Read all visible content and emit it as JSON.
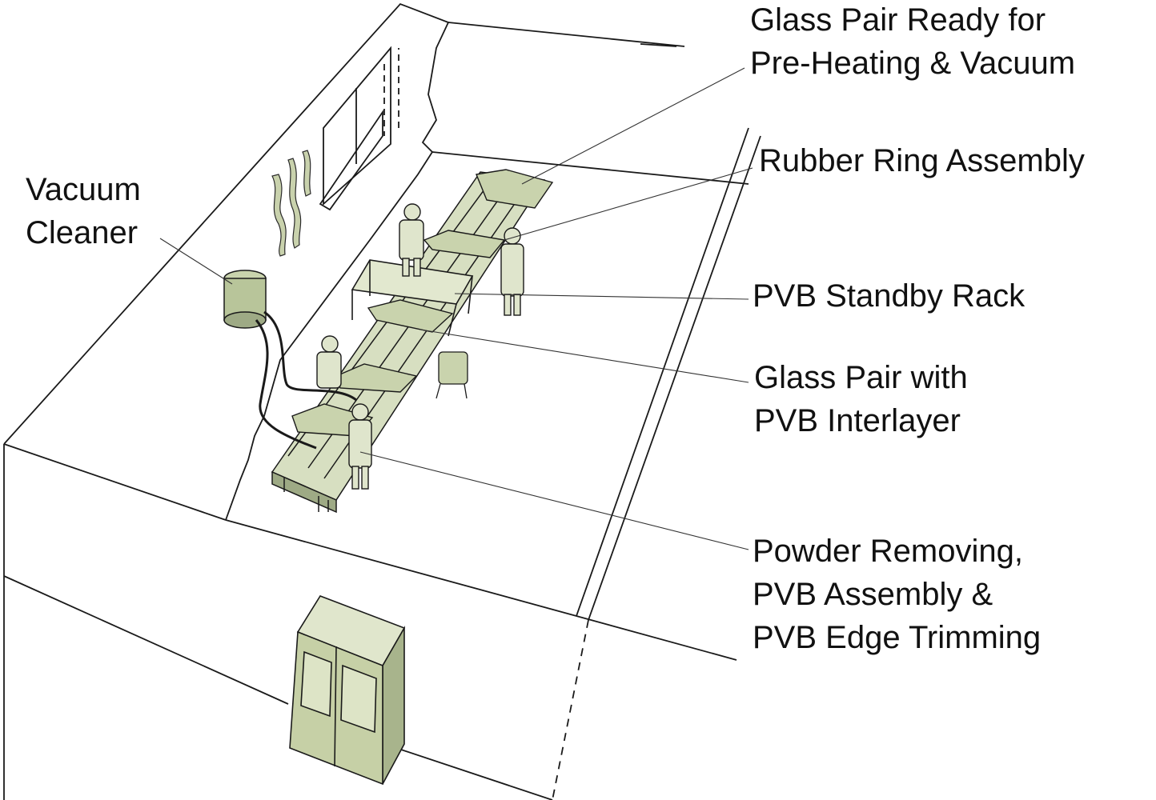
{
  "callouts": {
    "vacuum_cleaner": [
      "Vacuum",
      "Cleaner"
    ],
    "glass_pair_ready": [
      "Glass Pair Ready for",
      "Pre-Heating & Vacuum"
    ],
    "rubber_ring": [
      "Rubber Ring Assembly"
    ],
    "pvb_rack": [
      "PVB Standby Rack"
    ],
    "glass_pair_pvb": [
      "Glass Pair with",
      "PVB Interlayer"
    ],
    "powder_removing": [
      "Powder Removing,",
      "PVB Assembly &",
      "PVB Edge Trimming"
    ]
  },
  "colors": {
    "line": "#1a1a1a",
    "equipment_fill": "#d7dfc1",
    "equipment_dark": "#9eaa85",
    "glass_fill": "#c9d3ad",
    "door_fill": "#c6d0a6"
  }
}
